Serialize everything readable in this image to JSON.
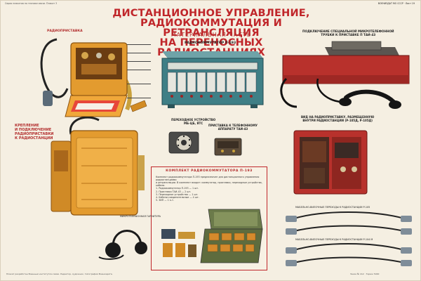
{
  "header": {
    "top_left_line": "Серия плакатов по технике связи. Плакат 3",
    "top_right_line": "ВОЕНИЗДАТ МО СССР · Лист 19"
  },
  "title": {
    "line1": "ДИСТАНЦИОННОЕ УПРАВЛЕНИЕ, РАДИОКОММУТАЦИЯ И РЕТРАНСЛЯЦИЯ",
    "line2": "НА ПЕРЕНОСНЫХ РАДИОСТАНЦИЯХ",
    "subtitle": "МАТЕРИАЛЬНАЯ ЧАСТЬ"
  },
  "labels": {
    "radioprist": "РАДИОПРИСТАВКА",
    "commutator": "РАДИОКОММУТАТОР П-193",
    "handset_top": "ПОДКЛЮЧЕНИЕ СПЕЦИАЛЬНОЙ МИКРОТЕЛЕФОННОЙ\nТРУБКИ К ПРИСТАВКЕ П ТАИ-43",
    "mounting": "КРЕПЛЕНИЕ\nИ ПОДКЛЮЧЕНИЕ\nРАДИОПРИСТАВКИ\nК РАДИОСТАНЦИИ",
    "switch_dev": "ПЕРЕХОДНОЕ УСТРОЙСТВО\nМБ-ЦБ, ЯТС",
    "telephone_app": "ПРИСТАВКА К ТЕЛЕФОННОМУ\nАППАРАТУ ТАИ-43",
    "view_station": "ВИД НА РАДИОПРИСТАВКУ, РАЗМЕЩЕННУЮ\nВНУТРИ РАДИОСТАНЦИИ (Р-105Д, Р-105Д)",
    "kit_title": "КОМПЛЕКТ РАДИОКОММУТАТОРА П-193",
    "headset": "МИКРОТЕЛЕФОННАЯ ГАРНИТУРА",
    "cable1": "МАБЕЛЬНО-ВИЛОЧНЫЕ ПЕРЕХОДЫ К РАДИОСТАНЦИИ Р-105",
    "cable2": "МАБЕЛЬНО-ВИЛОЧНЫЕ ПЕРЕХОДЫ К РАДИОСТАНЦИИ Р-104 М"
  },
  "kit_text": [
    "Комплект радиокоммутатора П-193 предназначен для дистанционного управления радиостанциями",
    "и ретрансляции. В комплект входят: коммутатор, приставки, переходные устройства, кабели.",
    "1. Радиокоммутатор П-193 — 1 шт.",
    "2. Приставка ТАИ-43 — 2 шт.",
    "3. Переходное устройство — 1 шт.",
    "4. Кабели соединительные — 4 шт.",
    "5. ЗИП — 1 к-т."
  ],
  "footer": {
    "left": "Плакат разработан Военным институтом связи. Редактор, художник, типография Воениздата.",
    "right": "Заказ № 412 · Тираж 5000"
  },
  "colors": {
    "title_red": "#c0262a",
    "device_orange": "#e39b2f",
    "device_teal": "#3f7f86",
    "device_red": "#b8312c"
  }
}
